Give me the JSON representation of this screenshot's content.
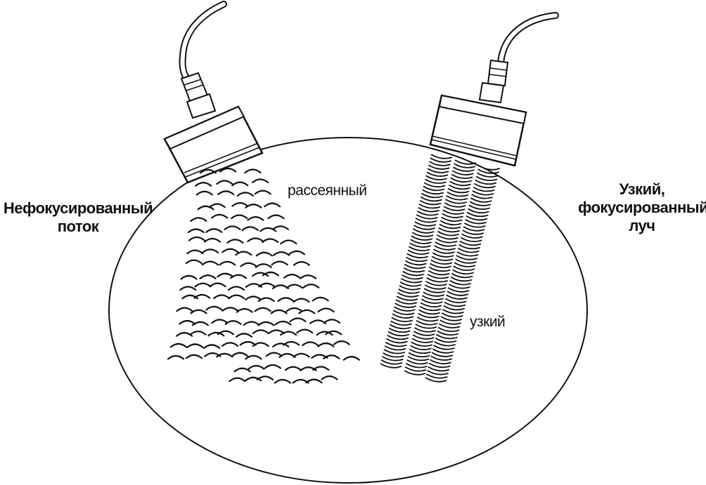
{
  "labels": {
    "left_line1": "Нефокусированный",
    "left_line2": "поток",
    "right_line1": "Узкий,",
    "right_line2": "фокусированный",
    "right_line3": "луч",
    "scattered": "рассеянный",
    "narrow": "узкий"
  },
  "colors": {
    "ink": "#111111",
    "background": "#ffffff"
  }
}
